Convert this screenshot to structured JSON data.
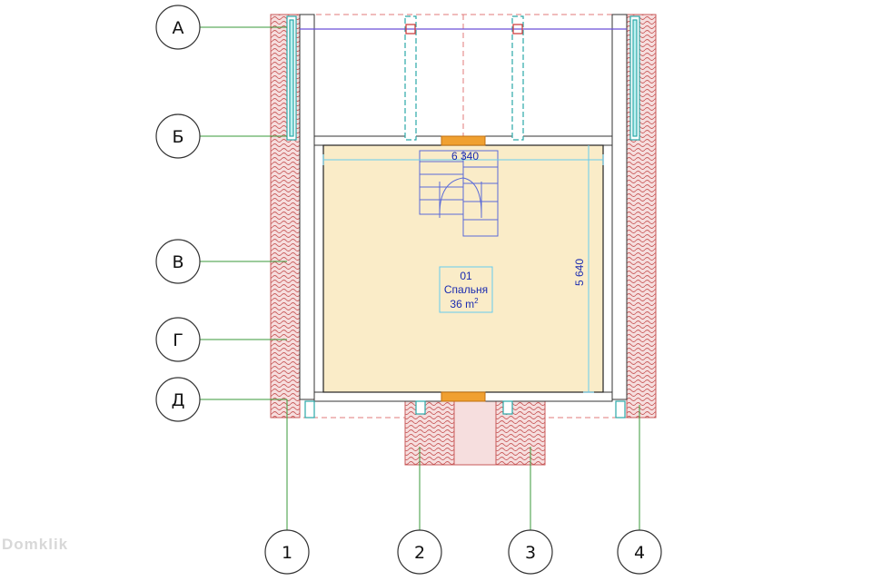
{
  "axes_letters": [
    "А",
    "Б",
    "В",
    "Г",
    "Д"
  ],
  "axes_numbers": [
    "1",
    "2",
    "3",
    "4"
  ],
  "dimensions": {
    "width": "6 340",
    "height": "5 640"
  },
  "room": {
    "number": "01",
    "name": "Спальня",
    "area": "36 m",
    "area_sup": "2"
  },
  "watermark": "Domklik",
  "colors": {
    "brick_fill": "#f6dede",
    "brick_line": "#c85a5a",
    "floor": "#faecc8",
    "axis_line": "#3a9a3a",
    "dimension": "#66ccee",
    "text": "#1a2bb0"
  }
}
